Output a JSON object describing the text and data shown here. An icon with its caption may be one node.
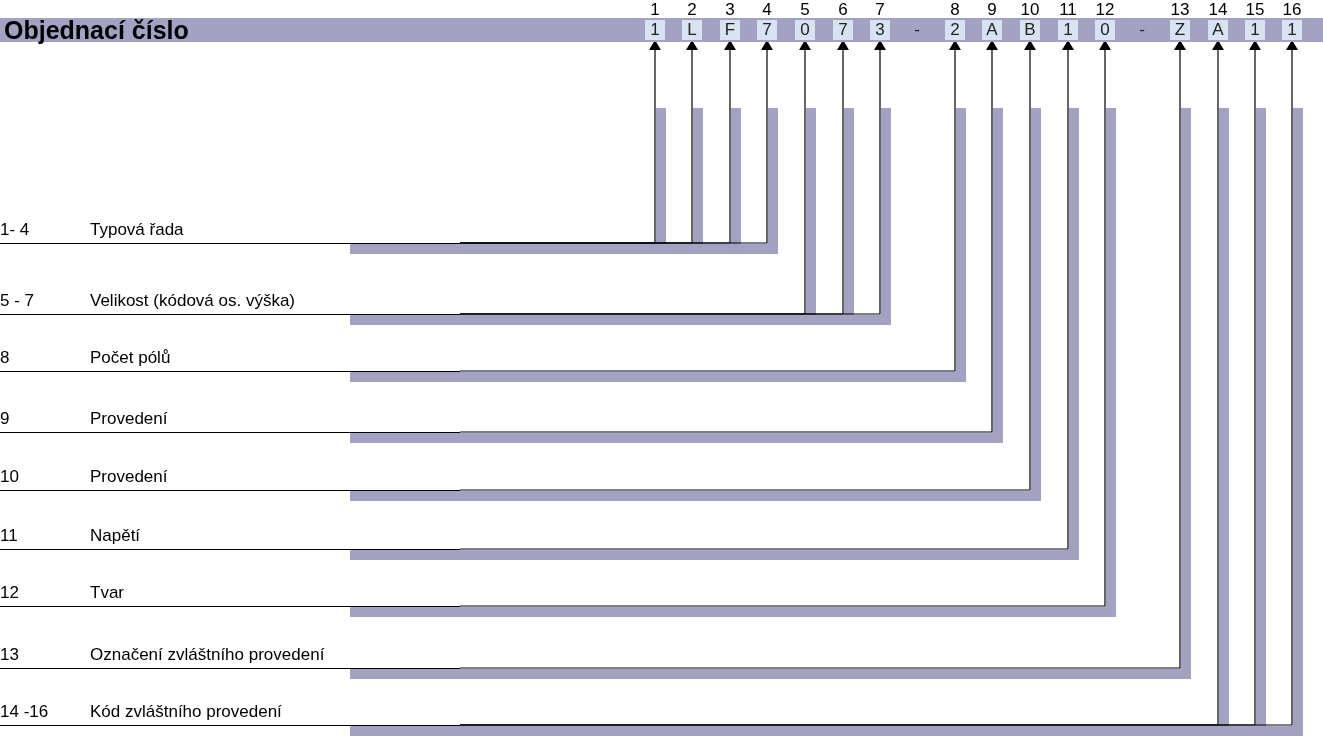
{
  "diagram": {
    "title": "Objednací číslo",
    "nodes": [
      {
        "text": [
          "1"
        ],
        "beside": [
          "1"
        ]
      },
      {
        "text": [
          "L"
        ],
        "beside": [
          "2"
        ]
      },
      {
        "text": [
          "F"
        ],
        "beside": [
          "3"
        ]
      },
      {
        "text": [
          "7"
        ],
        "beside": [
          "4"
        ]
      },
      {
        "text": [
          "0"
        ],
        "beside": [
          "5"
        ]
      },
      {
        "text": [
          "7"
        ],
        "beside": [
          "6"
        ]
      },
      {
        "text": [
          "3"
        ],
        "beside": [
          "7"
        ]
      },
      {
        "text": [
          "2"
        ],
        "beside": [
          "8"
        ]
      },
      {
        "text": [
          "A"
        ],
        "beside": [
          "9"
        ]
      },
      {
        "text": [
          "B"
        ],
        "beside": [
          "10"
        ]
      },
      {
        "text": [
          "1"
        ],
        "beside": [
          "11"
        ]
      },
      {
        "text": [
          "0"
        ],
        "beside": [
          "12"
        ]
      },
      {
        "text": [
          "Z"
        ],
        "beside": [
          "13"
        ]
      },
      {
        "text": [
          "A"
        ],
        "beside": [
          "14"
        ]
      },
      {
        "text": [
          "1"
        ],
        "beside": [
          "15"
        ]
      },
      {
        "text": [
          "1"
        ],
        "beside": [
          "16"
        ]
      },
      {
        "text": [
          "1- 4",
          "Typová řada"
        ]
      },
      {
        "text": [
          "5 - 7",
          "Velikost (kódová os. výška)"
        ]
      },
      {
        "text": [
          "8",
          "Počet pólů"
        ]
      },
      {
        "text": [
          "9",
          "Provedení"
        ]
      },
      {
        "text": [
          "10",
          "Provedení"
        ]
      },
      {
        "text": [
          "11",
          "Napětí"
        ]
      },
      {
        "text": [
          "12",
          "Tvar"
        ]
      },
      {
        "text": [
          "13",
          "Označení zvláštního provedení"
        ]
      },
      {
        "text": [
          "14 -16",
          "Kód zvláštního provedení"
        ]
      }
    ],
    "edges": [
      {
        "from": 16,
        "to": 0,
        "arrow": "to"
      },
      {
        "from": 16,
        "to": 1,
        "arrow": "to"
      },
      {
        "from": 16,
        "to": 2,
        "arrow": "to"
      },
      {
        "from": 16,
        "to": 3,
        "arrow": "to"
      },
      {
        "from": 17,
        "to": 4,
        "arrow": "to"
      },
      {
        "from": 17,
        "to": 5,
        "arrow": "to"
      },
      {
        "from": 17,
        "to": 6,
        "arrow": "to"
      },
      {
        "from": 18,
        "to": 7,
        "arrow": "to"
      },
      {
        "from": 19,
        "to": 8,
        "arrow": "to"
      },
      {
        "from": 20,
        "to": 9,
        "arrow": "to"
      },
      {
        "from": 21,
        "to": 10,
        "arrow": "to"
      },
      {
        "from": 22,
        "to": 11,
        "arrow": "to"
      },
      {
        "from": 23,
        "to": 12,
        "arrow": "to"
      },
      {
        "from": 24,
        "to": 13,
        "arrow": "to"
      },
      {
        "from": 24,
        "to": 14,
        "arrow": "to"
      },
      {
        "from": 24,
        "to": 15,
        "arrow": "to"
      }
    ],
    "labels": [
      "-",
      "-"
    ]
  }
}
